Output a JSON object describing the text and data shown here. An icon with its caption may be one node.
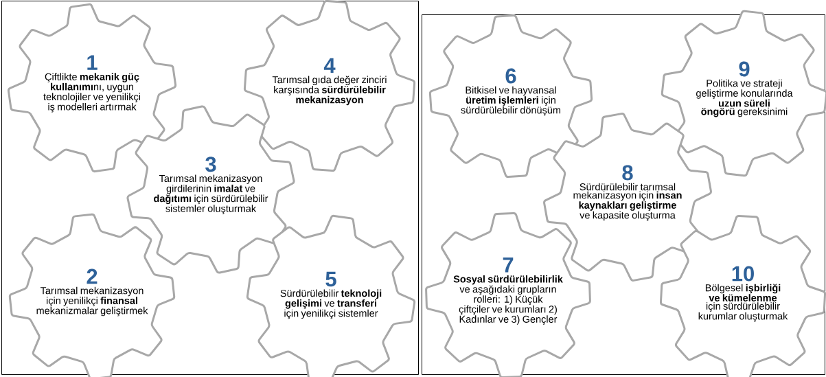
{
  "diagram": {
    "nodes": [
      {
        "text": [],
        "shape": "box"
      },
      {
        "text": [
          "1",
          "Çiftlikte **mekanik güç kullanımı**nı, uygun teknolojiler ve yenilikçi iş modelleri artırmak"
        ],
        "in": 0
      },
      {
        "text": [
          "4",
          "Tarımsal gıda değer zinciri karşısında **sürdürülebilir mekanizasyon**"
        ],
        "in": 0
      },
      {
        "text": [
          "3",
          "Tarımsal mekanizasyon girdilerinin **imalat** ve **dağıtımı** için sürdürülebilir sistemler oluşturmak"
        ],
        "in": 0
      },
      {
        "text": [
          "2",
          "Tarımsal mekanizasyon için yenilikçi **finansal** mekanizmalar geliştirmek"
        ],
        "in": 0
      },
      {
        "text": [
          "5",
          "Sürdürülebilir **teknoloji gelişimi** ve **transferi** için yenilikçi sistemler"
        ],
        "in": 0
      },
      {
        "text": [],
        "shape": "box"
      },
      {
        "text": [
          "6",
          "Bitkisel ve hayvansal **üretim işlemleri** için sürdürülebilir dönüşüm"
        ],
        "in": 6
      },
      {
        "text": [
          "9",
          "Politika ve strateji geliştirme konularında **uzun süreli öngörü** gereksinimi"
        ],
        "in": 6
      },
      {
        "text": [
          "8",
          "Sürdürülebilir tarımsal mekanizasyon için **insan kaynakları geliştirme** ve kapasite oluşturma"
        ],
        "in": 6
      },
      {
        "text": [
          "7",
          "**Sosyal sürdürülebilirlik** ve aşağıdaki grupların rolleri: 1) Küçük çiftçiler ve kurumları 2) Kadınlar ve 3) Gençler"
        ],
        "in": 6
      },
      {
        "text": [
          "10",
          "Bölgesel **işbirliği ve kümelenme** için sürdürülebilir kurumlar oluşturmak"
        ],
        "in": 6
      }
    ]
  }
}
